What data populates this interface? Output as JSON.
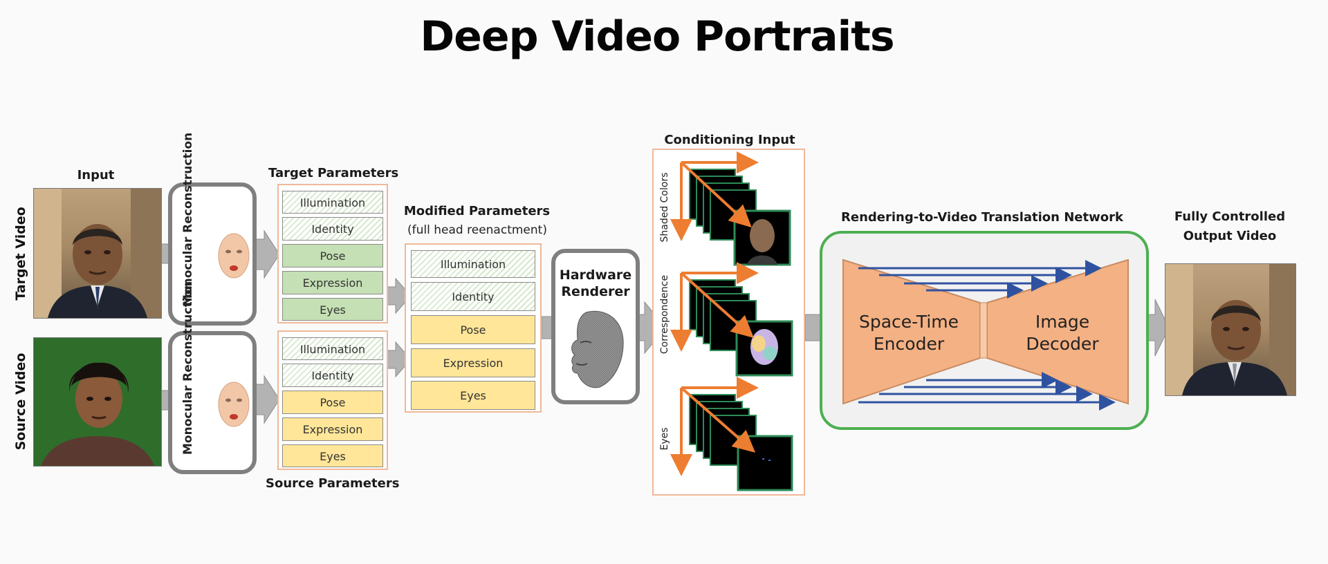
{
  "title": "Deep Video Portraits",
  "input": {
    "label": "Input",
    "target_video_label": "Target Video",
    "source_video_label": "Source Video"
  },
  "monocular_reconstruction": "Monocular Reconstruction",
  "target_parameters": {
    "label": "Target Parameters",
    "items": [
      "Illumination",
      "Identity",
      "Pose",
      "Expression",
      "Eyes"
    ]
  },
  "source_parameters": {
    "label": "Source Parameters",
    "items": [
      "Illumination",
      "Identity",
      "Pose",
      "Expression",
      "Eyes"
    ]
  },
  "modified_parameters": {
    "label": "Modified Parameters",
    "sublabel": "(full head reenactment)",
    "items": [
      "Illumination",
      "Identity",
      "Pose",
      "Expression",
      "Eyes"
    ]
  },
  "hardware_renderer": "Hardware Renderer",
  "conditioning_input": {
    "label": "Conditioning Input",
    "channels": [
      "Shaded Colors",
      "Correspondence",
      "Eyes"
    ]
  },
  "network": {
    "label": "Rendering-to-Video Translation Network",
    "encoder": "Space-Time Encoder",
    "decoder": "Image Decoder"
  },
  "output": {
    "label": "Fully Controlled Output Video"
  },
  "colors": {
    "frame_border": "#f0b898",
    "green_param": "#c5e0b4",
    "yellow_param": "#ffe699",
    "network_border": "#4caf50",
    "network_body": "#f4b183",
    "skip_arrow": "#2f52a0",
    "axis_arrow": "#ed7d31",
    "gray_arrow": "#a6a6a6"
  }
}
